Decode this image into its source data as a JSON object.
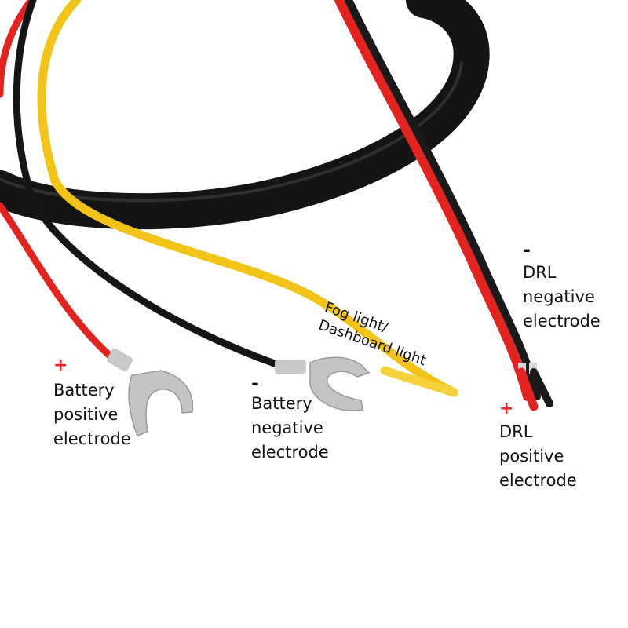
{
  "colors": {
    "cable_black": "#141414",
    "wire_red": "#e3231f",
    "wire_yellow": "#f2c418",
    "terminal_silver": "#c9c9c9",
    "plus_sign_red": "#e8262a"
  },
  "labels": {
    "battery_positive": {
      "sign": "+",
      "lines": [
        "Battery",
        "positive",
        "electrode"
      ]
    },
    "battery_negative": {
      "sign": "-",
      "lines": [
        "Battery",
        "negative",
        "electrode"
      ]
    },
    "fog_dashboard": {
      "lines": [
        "Fog light/",
        "Dashboard light"
      ]
    },
    "drl_negative": {
      "sign": "-",
      "lines": [
        "DRL",
        "negative",
        "electrode"
      ]
    },
    "drl_positive": {
      "sign": "+",
      "lines": [
        "DRL",
        "positive",
        "electrode"
      ]
    }
  }
}
